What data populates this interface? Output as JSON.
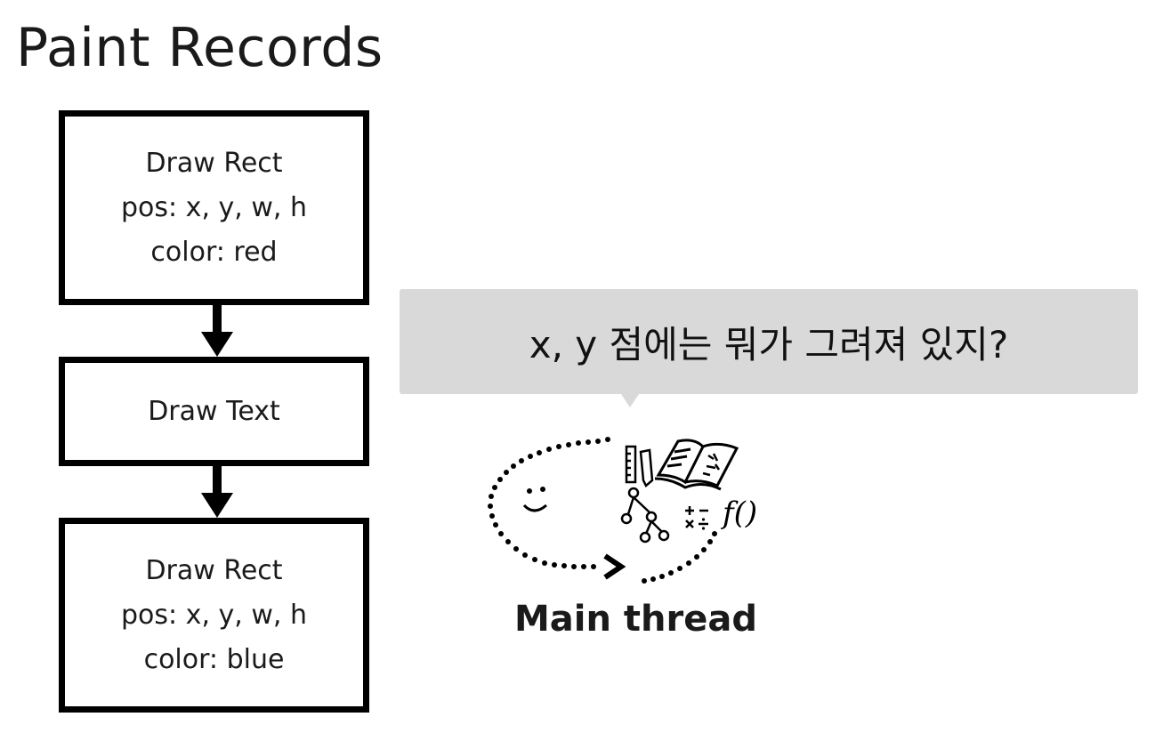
{
  "title": "Paint Records",
  "records": [
    {
      "lines": [
        "Draw Rect",
        "pos: x, y, w, h",
        "color: red"
      ]
    },
    {
      "lines": [
        "Draw Text"
      ]
    },
    {
      "lines": [
        "Draw Rect",
        "pos: x, y, w, h",
        "color: blue"
      ]
    }
  ],
  "bubble": {
    "text": "x, y 점에는 뭐가 그려져 있지?"
  },
  "thread": {
    "label": "Main thread",
    "icons": [
      "smiley-icon",
      "ruler-pencil-icon",
      "book-icon",
      "tree-icon",
      "math-symbols-icon",
      "function-icon",
      "dotted-cycle-arrow-icon"
    ],
    "function_glyph": "f()"
  },
  "colors": {
    "stroke": "#000000",
    "bubble": "#d9d9d9",
    "background": "#ffffff"
  }
}
